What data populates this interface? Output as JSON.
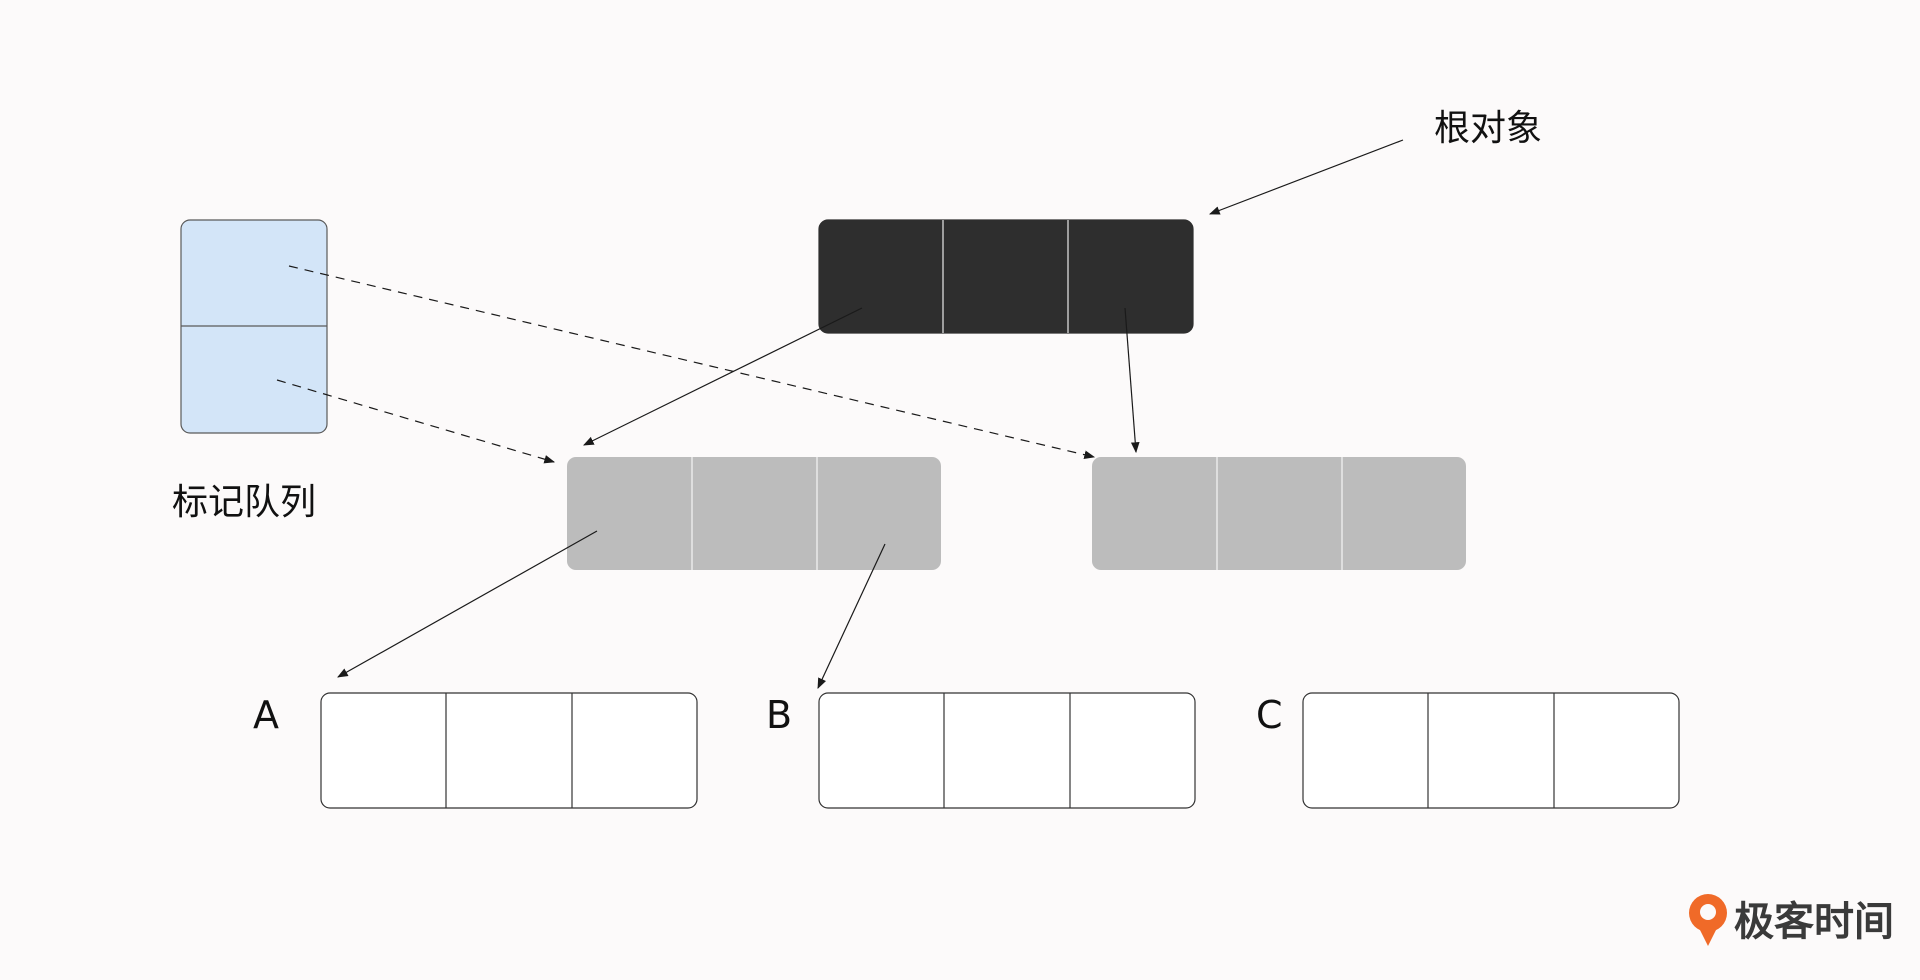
{
  "labels": {
    "root_object": "根对象",
    "mark_queue": "标记队列",
    "object_a": "A",
    "object_b": "B",
    "object_c": "C"
  },
  "colors": {
    "background": "#fcfafa",
    "root_object_fill": "#2e2e2e",
    "gray_object_fill": "#bcbcbc",
    "white_object_fill": "#ffffff",
    "mark_queue_fill": "#d3e5f8",
    "edge": "#1a1a1a",
    "logo_accent": "#f06a28"
  },
  "watermark": {
    "brand_text": "极客时间"
  }
}
